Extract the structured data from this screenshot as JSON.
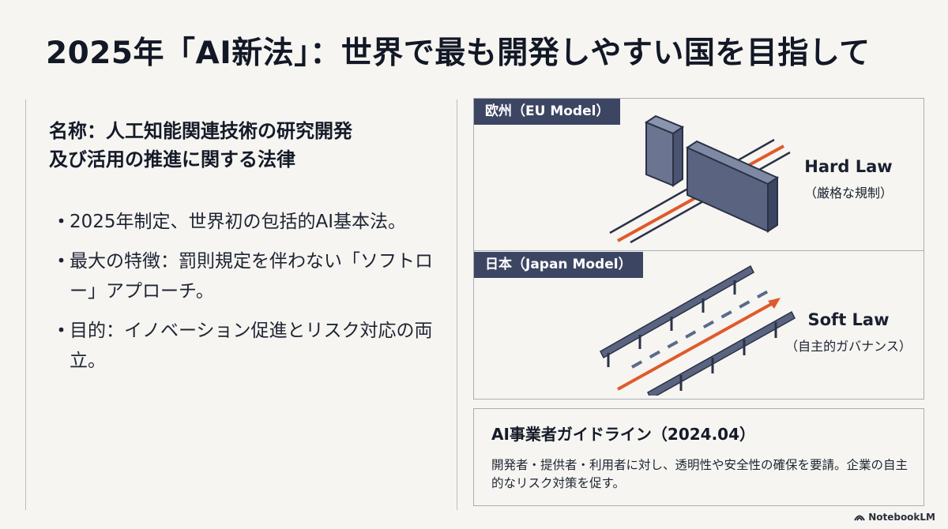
{
  "title": "2025年「AI新法」：世界で最も開発しやすい国を目指して",
  "left": {
    "name_line1": "名称：人工知能関連技術の研究開発",
    "name_line2": "及び活用の推進に関する法律",
    "bullets": [
      {
        "marker": "・",
        "text": "2025年制定、世界初の包括的AI基本法。"
      },
      {
        "marker": "・",
        "text": "最大の特徴：罰則規定を伴わない「ソフトロー」アプローチ。"
      },
      {
        "marker": "・",
        "text": "目的：イノベーション促進とリスク対応の両立。"
      }
    ]
  },
  "eu": {
    "tag": "欧州（EU Model）",
    "law": "Hard Law",
    "law_sub": "（厳格な規制）",
    "icon": "wall-barrier-illustration"
  },
  "japan": {
    "tag": "日本（Japan Model）",
    "law": "Soft Law",
    "law_sub": "（自主的ガバナンス）",
    "icon": "guardrail-road-illustration"
  },
  "guideline": {
    "title": "AI事業者ガイドライン（2024.04）",
    "text": "開発者・提供者・利用者に対し、透明性や安全性の確保を要請。企業の自主的なリスク対策を促す。"
  },
  "brand": "NotebookLM",
  "colors": {
    "accent": "#e05a2a",
    "navy": "#3c4663",
    "background": "#f6f5f1"
  }
}
